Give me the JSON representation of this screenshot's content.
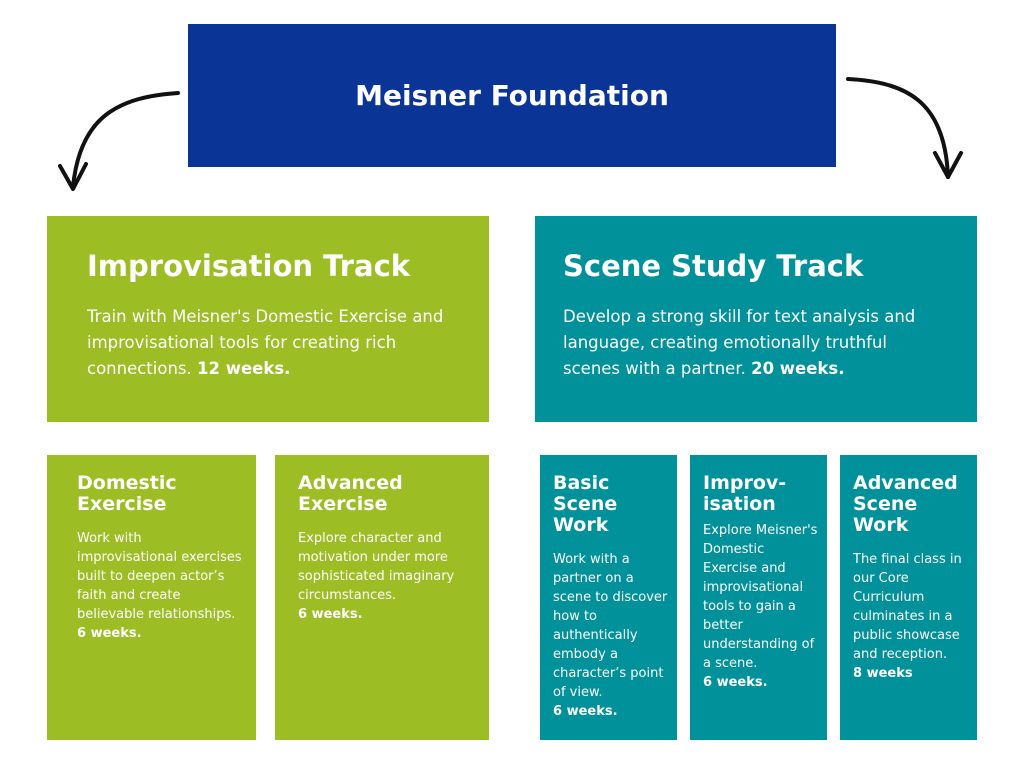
{
  "header": {
    "title": "Meisner Foundation"
  },
  "tracks": [
    {
      "title": "Improvisation Track",
      "description": "Train with Meisner's Domestic Exercise and improvisational tools for creating rich connections.",
      "duration": "12 weeks."
    },
    {
      "title": "Scene Study Track",
      "description": "Develop a strong skill for text analysis and language, creating emotionally truthful scenes with a partner.",
      "duration": "20 weeks."
    }
  ],
  "courses": [
    {
      "title": "Domestic Exercise",
      "description": "Work with improvisational exercises built to deepen actor’s faith and create believable relationships.",
      "duration": "6 weeks."
    },
    {
      "title": "Advanced Exercise",
      "description": "Explore character and motivation under more sophisticated imaginary circumstances.",
      "duration": "6 weeks."
    },
    {
      "title": "Basic Scene Work",
      "description": "Work with a partner on a scene to discover how to authentically embody a character’s point of view.",
      "duration": "6 weeks."
    },
    {
      "title": "Improv-isation",
      "description": "Explore Meisner's Domestic Exercise and improvisational tools to gain a better understanding of a scene.",
      "duration": "6 weeks."
    },
    {
      "title": "Advanced Scene Work",
      "description": "The final class in our Core Curriculum culminates in a public showcase and reception.",
      "duration": "8 weeks"
    }
  ],
  "colors": {
    "header_bg": "#0b3497",
    "improvisation_bg": "#9cbe24",
    "scene_study_bg": "#00919a",
    "text": "#ffffff",
    "arrow": "#111111"
  },
  "icons": [
    "curved-arrow-left-icon",
    "curved-arrow-right-icon"
  ]
}
